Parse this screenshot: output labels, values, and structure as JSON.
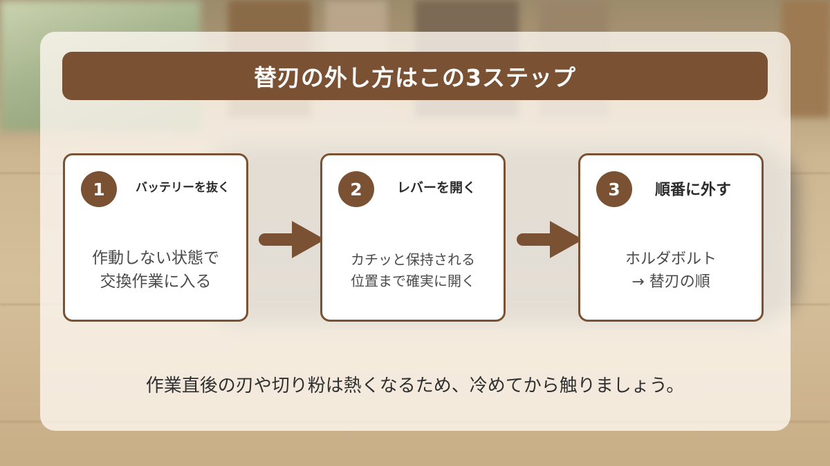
{
  "title": "替刃の外し方はこの3ステップ",
  "steps": [
    {
      "number": "1",
      "heading": "バッテリーを抜く",
      "body": "作動しない状態で\n交換作業に入る"
    },
    {
      "number": "2",
      "heading": "レバーを開く",
      "body": "カチッと保持される\n位置まで確実に開く"
    },
    {
      "number": "3",
      "heading": "順番に外す",
      "body": "ホルダボルト\n→ 替刃の順"
    }
  ],
  "note": "作業直後の刃や切り粉は熱くなるため、冷めてから触りましょう。",
  "colors": {
    "accent": "#7a5233",
    "panel": "#fcf7f0",
    "card": "#ffffff"
  },
  "icons": {
    "arrow": "arrow-right-icon"
  }
}
